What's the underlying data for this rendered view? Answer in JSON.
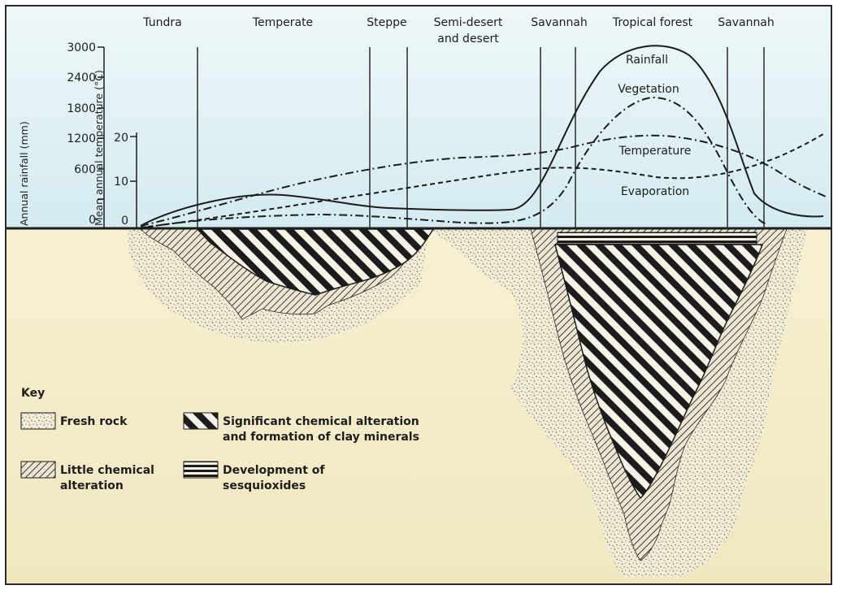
{
  "zones": [
    {
      "label": "Tundra"
    },
    {
      "label": "Temperate"
    },
    {
      "label": "Steppe"
    },
    {
      "label": "Semi-desert",
      "label2": "and desert"
    },
    {
      "label": "Savannah"
    },
    {
      "label": "Tropical forest"
    },
    {
      "label": "Savannah"
    }
  ],
  "rainfall_axis": {
    "title": "Annual rainfall (mm)",
    "ticks": [
      "3000",
      "2400",
      "1800",
      "1200",
      "600",
      "0"
    ]
  },
  "temperature_axis": {
    "title": "Mean annual temperature (°C)",
    "ticks": [
      "20",
      "10",
      "0"
    ]
  },
  "curves": {
    "rainfall": "Rainfall",
    "vegetation": "Vegetation",
    "temperature": "Temperature",
    "evaporation": "Evaporation"
  },
  "key": {
    "title": "Key",
    "fresh_rock": "Fresh rock",
    "little_alteration_1": "Little chemical",
    "little_alteration_2": "alteration",
    "significant_1": "Significant chemical alteration",
    "significant_2": "and formation of clay minerals",
    "sesquioxides_1": "Development of",
    "sesquioxides_2": "sesquioxides"
  },
  "colors": {
    "sky": "#d9edf2",
    "ground": "#f4ecc6",
    "ink": "#1e1e1e"
  }
}
